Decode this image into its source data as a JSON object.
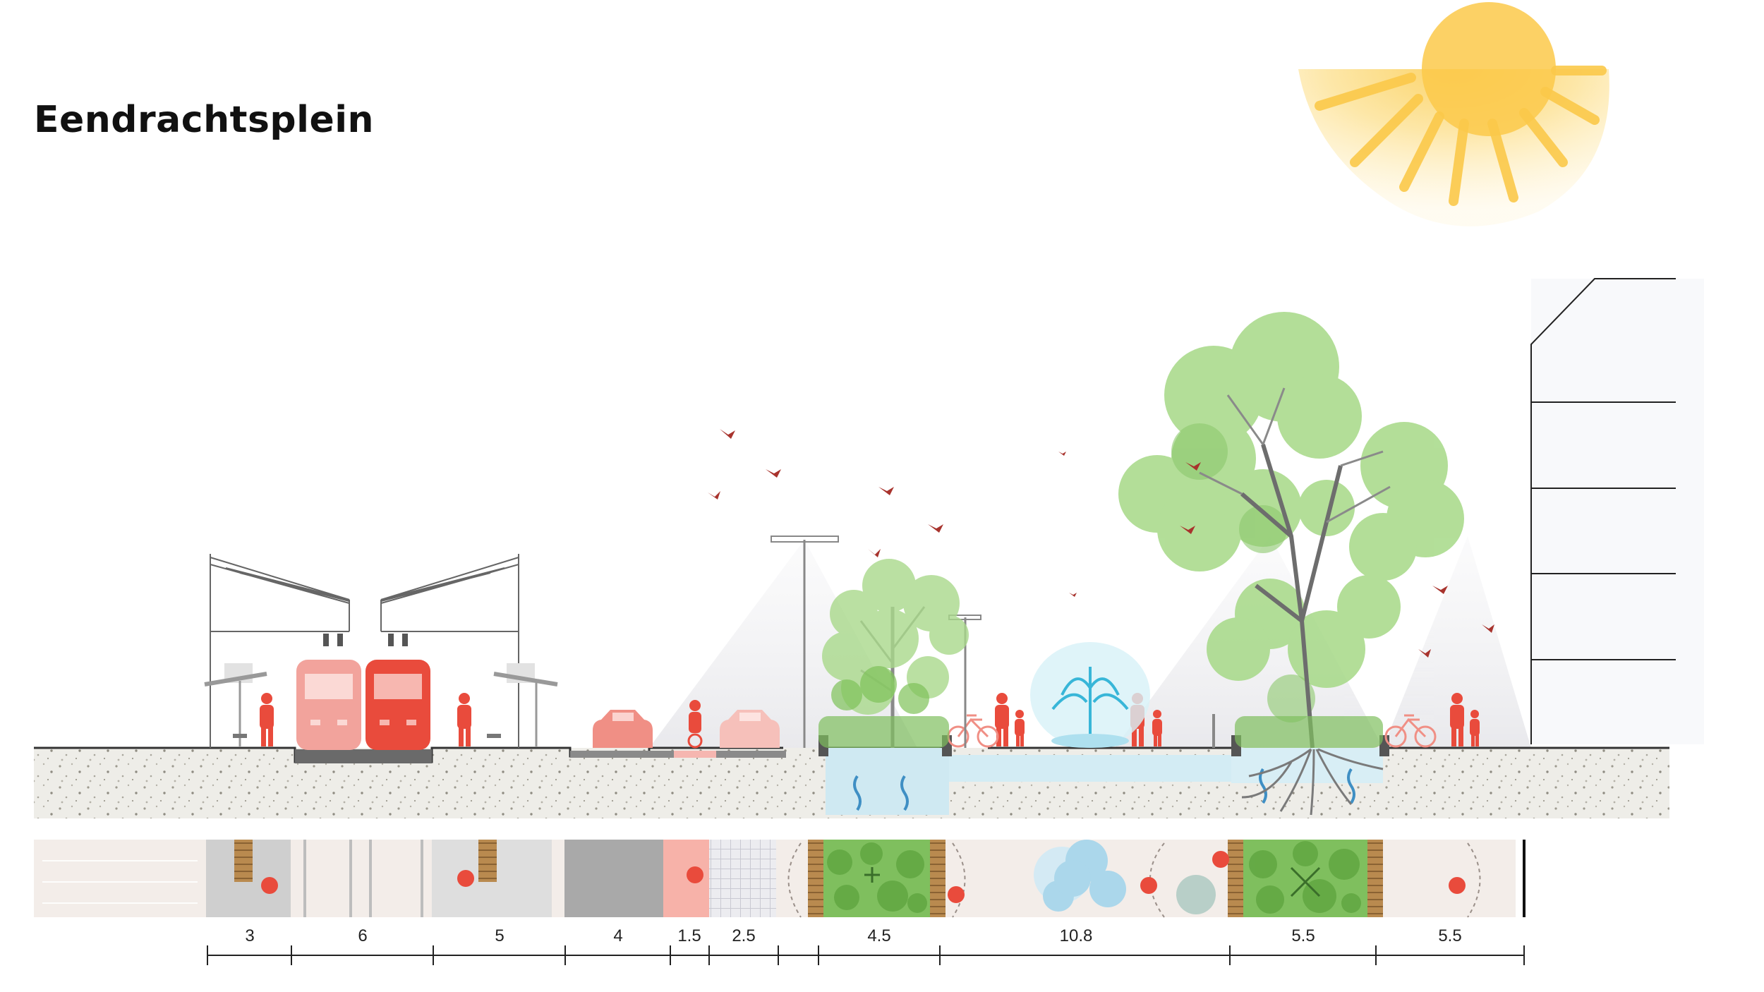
{
  "title": "Eendrachtsplein",
  "colors": {
    "accent_red": "#e94b3c",
    "tram_light": "#f2a39c",
    "tree_green": "#9fd07a",
    "water_blue": "#bfe4f0",
    "sun_yellow": "#f9c64b",
    "soil": "#ecebe6"
  },
  "icons": {
    "sun": "sun-icon",
    "tree": "tree-icon",
    "fountain": "fountain-icon",
    "tram": "tram-icon",
    "car": "car-icon",
    "bicycle": "bicycle-icon",
    "pedestrian": "pedestrian-icon",
    "bird": "bird-icon",
    "streetlight": "streetlight-icon",
    "building": "building-icon"
  },
  "dimensions": [
    "3",
    "6",
    "5",
    "4",
    "1.5",
    "2.5",
    "4.5",
    "10.8",
    "5.5",
    "5.5"
  ]
}
